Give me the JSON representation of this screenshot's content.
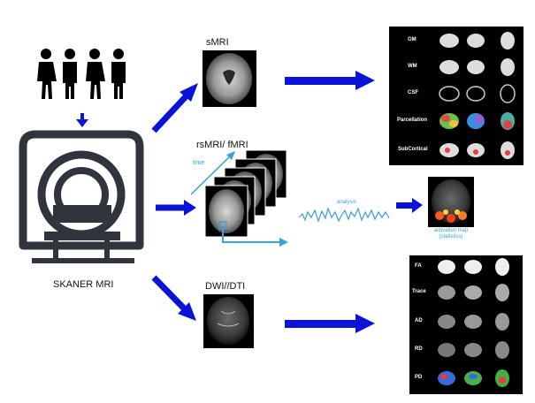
{
  "scanner": {
    "label": "SKANER MRI"
  },
  "smri": {
    "label": "sMRI"
  },
  "fmri": {
    "label": "rsMRI/ fMRI",
    "time_label": "time"
  },
  "analysis": {
    "label": "analysis",
    "result_label": "activation map (statistics)"
  },
  "dwi": {
    "label": "DWI//DTI"
  },
  "segmentation_panel": {
    "rows": [
      "GM",
      "WM",
      "CSF",
      "Parcellation",
      "SubCortical"
    ]
  },
  "diffusion_panel": {
    "rows": [
      "FA",
      "Trace",
      "AD",
      "RD",
      "PD"
    ]
  },
  "colors": {
    "arrow": "#0a14d8",
    "accent": "#3aa0d8",
    "scanner": "#2f343d"
  }
}
